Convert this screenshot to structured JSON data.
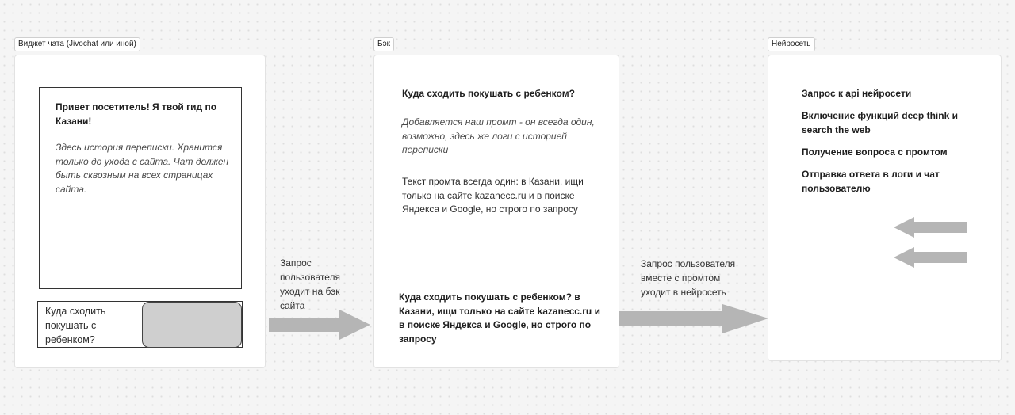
{
  "widget": {
    "label": "Виджет чата (Jivochat или иной)",
    "greeting": "Привет посетитель! Я твой гид по Казани!",
    "history_note": "Здесь история переписки. Хранится только до ухода с сайта. Чат должен быть сквозным на всех страницах сайта.",
    "input_value": "Куда сходить покушать с ребенком?"
  },
  "arrow1": {
    "caption": "Запрос пользователя уходит на бэк сайта"
  },
  "backend": {
    "label": "Бэк",
    "question": "Куда сходить покушать с ребенком?",
    "prompt_note": "Добавляется наш промт - он всегда один, возможно, здесь же логи с историей переписки",
    "prompt_text": "Текст промта всегда один: в Казани, ищи только на сайте kazanecc.ru и в поиске Яндекса и Google, но строго по запросу",
    "combined_request": "Куда сходить покушать с ребенком? в Казани, ищи только на сайте kazanecc.ru и в поиске Яндекса и Google, но строго по запросу"
  },
  "arrow2": {
    "caption": "Запрос пользователя вместе с промтом уходит в нейросеть"
  },
  "neural": {
    "label": "Нейросеть",
    "steps": [
      "Запрос к api нейросети",
      "Включение функций deep think и search the web",
      "Получение вопроса с промтом",
      "Отправка ответа в логи и чат пользователю"
    ]
  },
  "colors": {
    "arrow": "#b5b5b5",
    "canvas": "#f5f5f5",
    "frame": "#ffffff",
    "button": "#cfcfcf"
  }
}
